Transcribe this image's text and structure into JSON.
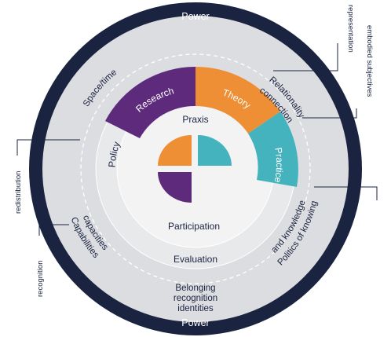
{
  "power": {
    "top": "Power",
    "bottom": "Power"
  },
  "outer_ring": {
    "space_time": "Space/time",
    "relationality": [
      "Relationality",
      "connection"
    ],
    "politics": [
      "Politics of knowing",
      "and knowledge"
    ],
    "capabilities": [
      "Capabilities",
      "capacities"
    ],
    "belonging": [
      "Belonging",
      "recognition",
      "identities"
    ]
  },
  "inner_ring": {
    "praxis": "Praxis",
    "policy": "Policy",
    "participation": "Participation",
    "evaluation": "Evaluation"
  },
  "segments": {
    "research": "Research",
    "theory": "Theory",
    "practice": "Practice"
  },
  "side_labels": {
    "representation": "representation",
    "embodied": "embodied subjectives",
    "redistribution": "redistribution",
    "recognition": "recognition"
  },
  "colors": {
    "navy": "#1a2340",
    "purple": "#5e2b7c",
    "orange": "#ef8f35",
    "teal": "#45b3bd",
    "ring_outer": "#dcdde0",
    "ring_mid": "#e8e9eb",
    "ring_inner": "#f3f3f4"
  }
}
